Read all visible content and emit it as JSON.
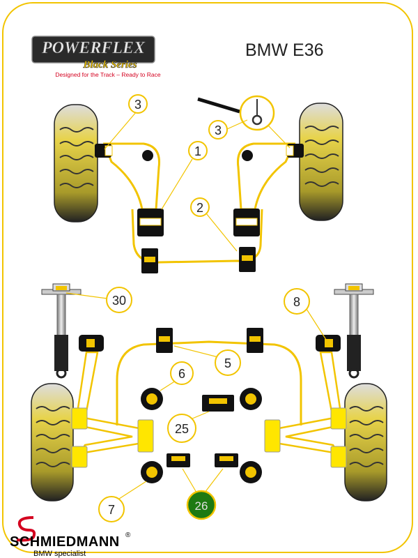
{
  "header": {
    "brand_line1": "POWERFLEX",
    "brand_line2": "Black Series",
    "tagline": "Designed for the Track – Ready to Race",
    "model": "BMW E36"
  },
  "callouts": {
    "c1": "1",
    "c2": "2",
    "c3_left": "3",
    "c3_right": "3",
    "c5": "5",
    "c6": "6",
    "c7": "7",
    "c8": "8",
    "c25": "25",
    "c26": "26",
    "c30": "30"
  },
  "footer": {
    "company": "Schmiedmann",
    "registered": "®",
    "subtitle": "BMW specialist"
  },
  "colors": {
    "accent": "#f2c400",
    "bush": "#1a1a1a",
    "highlight": "#ffe600",
    "callout_26": "#1e7a12",
    "brand_red": "#d4001f"
  }
}
